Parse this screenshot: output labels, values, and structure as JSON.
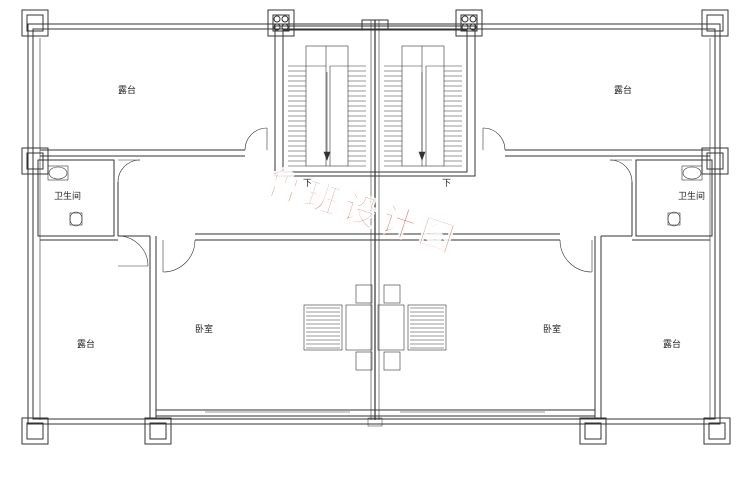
{
  "rooms": {
    "terrace_top_left": "露台",
    "terrace_top_right": "露台",
    "terrace_bottom_left": "露台",
    "terrace_bottom_right": "露台",
    "bathroom_left": "卫生间",
    "bathroom_right": "卫生间",
    "bedroom_left": "卧室",
    "bedroom_right": "卧室"
  },
  "stairs": {
    "down_left": "下",
    "down_right": "下"
  },
  "watermark": "鲁班设计图",
  "colors": {
    "line": "#333333",
    "watermark": "#d84a4a"
  }
}
